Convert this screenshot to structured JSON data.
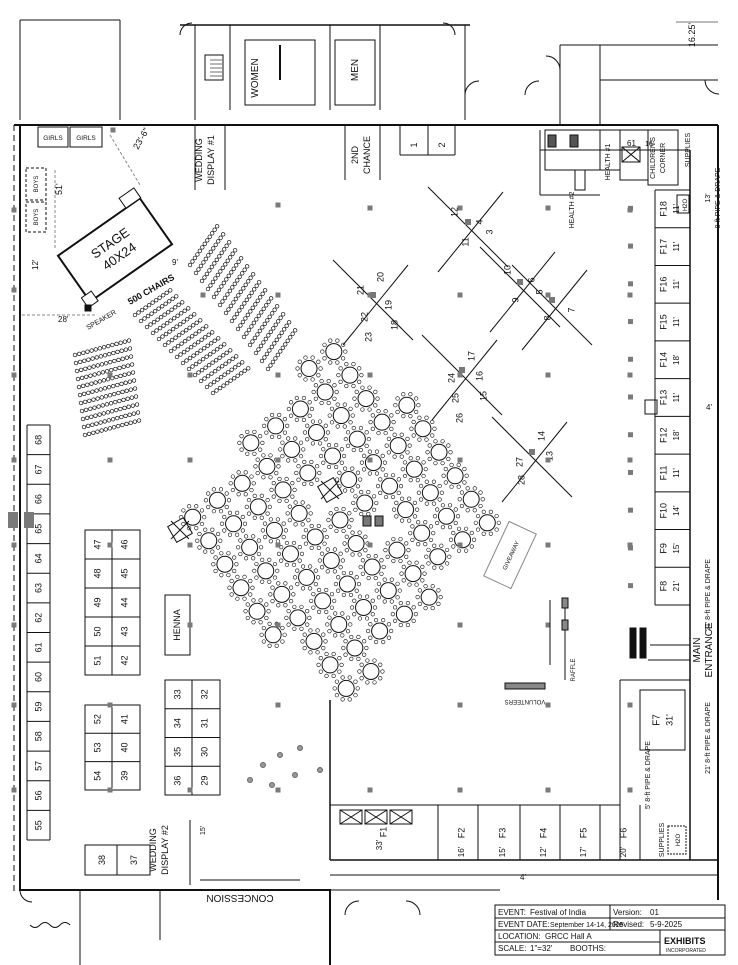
{
  "rooms": {
    "women": "WOMEN",
    "men": "MEN",
    "girls": [
      "GIRLS",
      "GIRLS"
    ],
    "boys": [
      "BOYS",
      "BOYS"
    ]
  },
  "dimensions": {
    "top_right": "16.25'",
    "stage_corner": "23'-6\"",
    "stage_side": "51'",
    "stage_left": "12'",
    "stage_bottom": "28'",
    "stage_right": "9'"
  },
  "labels": {
    "wedding_display_1": [
      "WEDDING",
      "DISPLAY #1"
    ],
    "wedding_display_2": [
      "WEDDING",
      "DISPLAY #2"
    ],
    "second_chance": [
      "2ND",
      "CHANCE"
    ],
    "stage": [
      "STAGE",
      "40X24"
    ],
    "chairs": "500 CHAIRS",
    "speaker": "SPEAKER",
    "henna": "HENNA",
    "concession": "CONCESSION",
    "health_1": "HEALTH #1",
    "health_2": "HEALTH #2",
    "childrens_corner": [
      "CHILDREN'S",
      "CORNER"
    ],
    "supplies": "SUPPLIES",
    "h2o": "H2O",
    "main_entrance": [
      "MAIN",
      "ENTRANCE"
    ],
    "pipe_drape_13": [
      "13'",
      "8-ft PIPE & DRAPE"
    ],
    "pipe_drape_21a": "21' 8-ft PIPE & DRAPE",
    "pipe_drape_21b": "21' 8-ft PIPE & DRAPE",
    "pipe_drape_5": "5' 8-ft PIPE & DRAPE",
    "volunteers": "VOLUNTEERS",
    "raffle": "RAFFLE",
    "giveaway": "GIVEAWAY",
    "dim_4_right": "4'",
    "dim_4_bottom": "4'",
    "dim_15_wd2": "15'",
    "dim_16_top": "16'",
    "dim_61": "61"
  },
  "booths_left_wall": [
    "68",
    "67",
    "66",
    "65",
    "64",
    "63",
    "62",
    "61",
    "60",
    "59",
    "58",
    "57",
    "56",
    "55"
  ],
  "booth_block_a": [
    [
      "47",
      "46"
    ],
    [
      "48",
      "45"
    ],
    [
      "49",
      "44"
    ],
    [
      "50",
      "43"
    ],
    [
      "51",
      "42"
    ]
  ],
  "booth_block_b": [
    [
      "52",
      "41"
    ],
    [
      "53",
      "40"
    ],
    [
      "54",
      "39"
    ]
  ],
  "booth_block_c": [
    [
      "33",
      "32"
    ],
    [
      "34",
      "31"
    ],
    [
      "35",
      "30"
    ],
    [
      "36",
      "29"
    ]
  ],
  "booth_bottom_left": [
    "38",
    "37"
  ],
  "booths_top_row": [
    "1",
    "2"
  ],
  "booth_clusters": [
    [
      "12",
      "4",
      "11",
      "3"
    ],
    [
      "10",
      "6",
      "9",
      "5"
    ],
    [
      "8",
      "7"
    ],
    [
      "21",
      "20",
      "22",
      "19",
      "23",
      "18"
    ],
    [
      "24",
      "17",
      "25",
      "16",
      "26",
      "15"
    ],
    [
      "27",
      "14",
      "28",
      "13"
    ]
  ],
  "food_right": [
    {
      "id": "F18",
      "size": "11'"
    },
    {
      "id": "F17",
      "size": "11'"
    },
    {
      "id": "F16",
      "size": "11'"
    },
    {
      "id": "F15",
      "size": "11'"
    },
    {
      "id": "F14",
      "size": "18'"
    },
    {
      "id": "F13",
      "size": "11'"
    },
    {
      "id": "F12",
      "size": "18'"
    },
    {
      "id": "F11",
      "size": "11'"
    },
    {
      "id": "F10",
      "size": "14'"
    },
    {
      "id": "F9",
      "size": "15'"
    },
    {
      "id": "F8",
      "size": "21'"
    },
    {
      "id": "F7",
      "size": "31'"
    }
  ],
  "food_bottom": [
    {
      "id": "F1",
      "size": "33'"
    },
    {
      "id": "F2",
      "size": "16'"
    },
    {
      "id": "F3",
      "size": "15'"
    },
    {
      "id": "F4",
      "size": "12'"
    },
    {
      "id": "F5",
      "size": "17'"
    },
    {
      "id": "F6",
      "size": "20'"
    }
  ],
  "title_block": {
    "event_label": "EVENT:",
    "event": "Festival of India",
    "version_label": "Version:",
    "version": "01",
    "date_label": "EVENT DATE:",
    "date": "September 14-14, 2025",
    "revised_label": "Revised:",
    "revised": "5-9-2025",
    "location_label": "LOCATION:",
    "location": "GRCC Hall A",
    "scale_label": "SCALE:",
    "scale": "1\"=32'",
    "booths_label": "BOOTHS:",
    "logo": "EXHIBITS",
    "logo_sub": "INCORPORATED"
  },
  "colors": {
    "ink": "#111111",
    "post": "#7a7a7a",
    "paper": "#ffffff"
  }
}
